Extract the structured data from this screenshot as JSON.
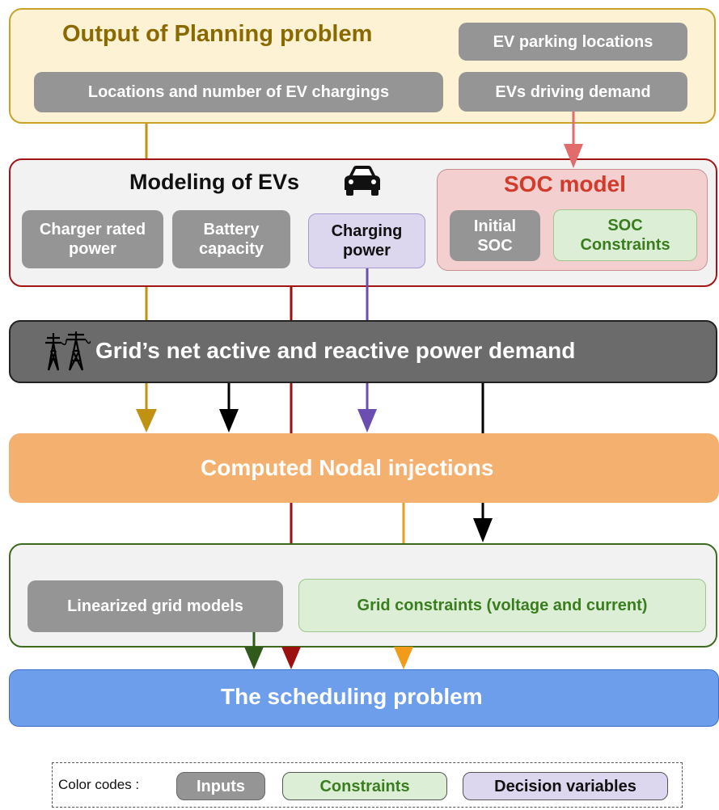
{
  "planning": {
    "title": "Output of Planning problem",
    "locations": "Locations and number of EV chargings",
    "parking": "EV parking locations",
    "driving": "EVs driving demand"
  },
  "evs": {
    "title": "Modeling of EVs",
    "car_icon": "car-icon",
    "charger": "Charger rated power",
    "battery": "Battery capacity",
    "charging": "Charging power",
    "soc": {
      "title": "SOC model",
      "initial": "Initial SOC",
      "constraints": "SOC Constraints"
    }
  },
  "grid_demand": {
    "icon": "transmission-tower-icon",
    "title": "Grid’s net active and reactive power demand"
  },
  "nodal": {
    "title": "Computed Nodal injections"
  },
  "grid_models": {
    "linearized": "Linearized grid models",
    "constraints": "Grid constraints (voltage and current)"
  },
  "scheduling": {
    "title": "The scheduling problem"
  },
  "legend": {
    "label": "Color codes :",
    "inputs": "Inputs",
    "constraints": "Constraints",
    "decision": "Decision variables"
  },
  "colors": {
    "planning_fill": "#fdf3d4",
    "planning_border": "#c9a227",
    "planning_title": "#8a6a00",
    "evs_border": "#a31515",
    "soc_fill": "#f3cfcf",
    "soc_title": "#d23a2a",
    "grid_fill": "#6b6b6b",
    "nodal_fill": "#f4b06e",
    "models_border": "#3c6a1e",
    "scheduling_fill": "#6d9eeb",
    "arrow_gold": "#c19114",
    "arrow_darkred": "#9c1010",
    "arrow_purple": "#6a4fb0",
    "arrow_orange": "#f29b18",
    "arrow_green": "#2f5a1c",
    "arrow_salmon": "#e26b6b"
  }
}
